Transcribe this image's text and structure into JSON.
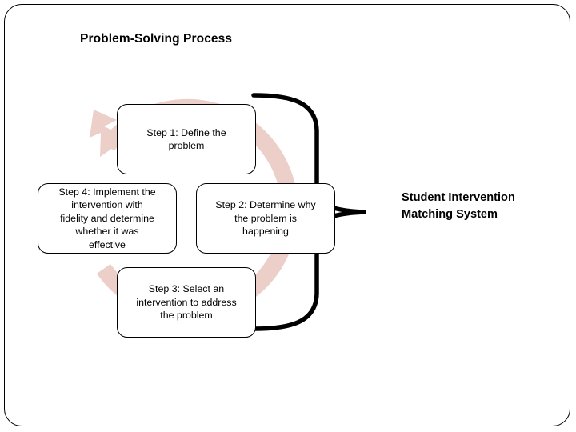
{
  "slide": {
    "title": "Problem-Solving Process",
    "background_color": "#ffffff",
    "frame_color": "#000000"
  },
  "cycle": {
    "ring_color": "#eccfc9",
    "direction": "counter-clockwise",
    "arrow_icon_name": "cycle-arrow-icon",
    "steps": [
      {
        "id": "step-1",
        "position": "top",
        "label": "Step 1: Define the\nproblem"
      },
      {
        "id": "step-2",
        "position": "right",
        "label": "Step 2: Determine why\nthe problem is\nhappening"
      },
      {
        "id": "step-3",
        "position": "bottom",
        "label": "Step 3: Select an\nintervention to address\nthe problem"
      },
      {
        "id": "step-4",
        "position": "left",
        "label": "Step 4: Implement the\nintervention with\nfidelity and determine\nwhether it was\neffective"
      }
    ]
  },
  "callout": {
    "brace_icon_name": "right-pointing-curly-brace-icon",
    "brace_color": "#000000",
    "label": "Student Intervention\nMatching System"
  }
}
